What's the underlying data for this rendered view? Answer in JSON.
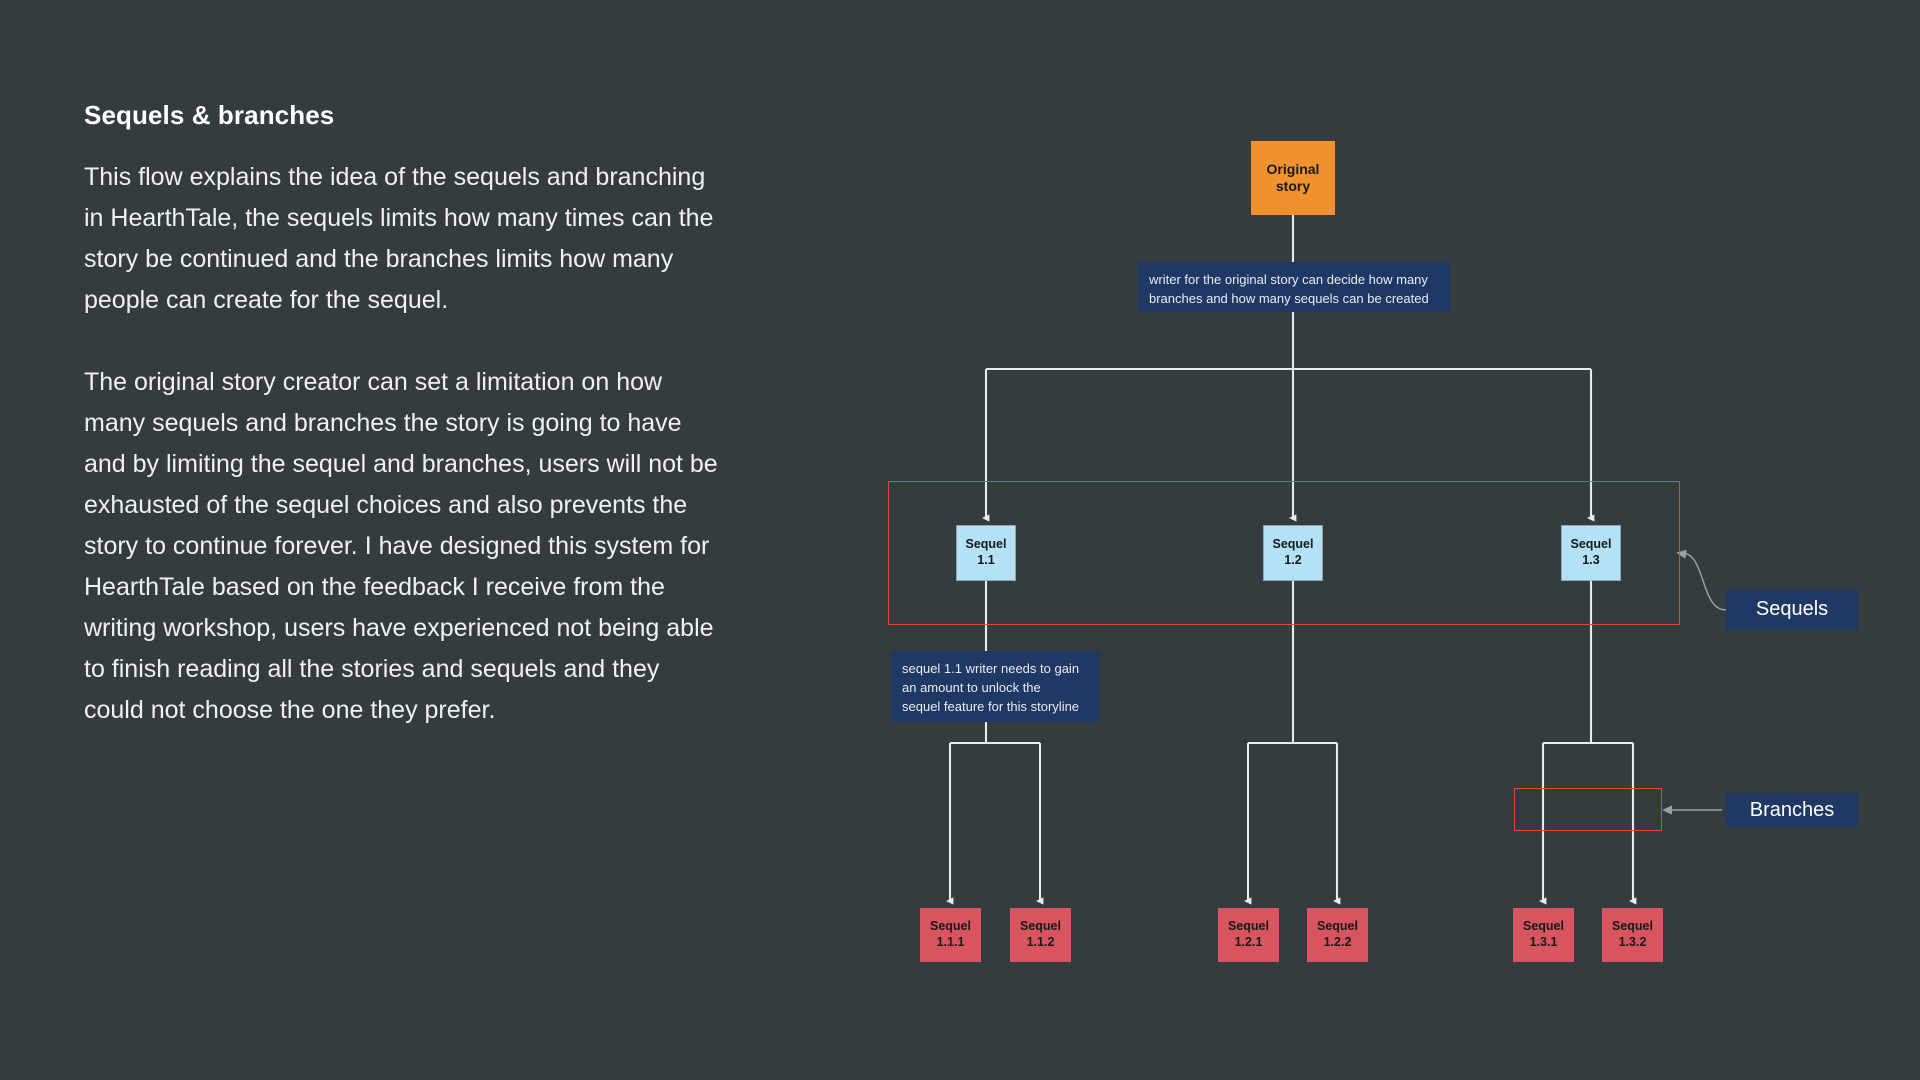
{
  "article": {
    "title": "Sequels & branches",
    "paragraphs": [
      "This flow explains the idea of the sequels and branching in HearthTale, the sequels limits how many times can the story be continued and the branches limits how many people can create for the sequel.",
      "The original story creator can set a limitation on how many sequels and branches the story is going to have and by limiting the sequel and branches, users will not be exhausted of the sequel choices and also prevents the story to continue forever. I have designed this system for HearthTale based on the feedback I receive from the writing workshop, users have experienced not being able to finish reading all the stories and sequels and they could not choose the one they prefer."
    ]
  },
  "diagram": {
    "root": {
      "line1": "Original",
      "line2": "story"
    },
    "notes": {
      "root_note": "writer for the original story can decide how many\nbranches and how many sequels can be created",
      "sequel_note": "sequel 1.1 writer needs to gain\nan amount to unlock the\nsequel feature for this storyline"
    },
    "sequels": [
      {
        "line1": "Sequel",
        "line2": "1.1"
      },
      {
        "line1": "Sequel",
        "line2": "1.2"
      },
      {
        "line1": "Sequel",
        "line2": "1.3"
      }
    ],
    "leaves": [
      {
        "line1": "Sequel",
        "line2": "1.1.1"
      },
      {
        "line1": "Sequel",
        "line2": "1.1.2"
      },
      {
        "line1": "Sequel",
        "line2": "1.2.1"
      },
      {
        "line1": "Sequel",
        "line2": "1.2.2"
      },
      {
        "line1": "Sequel",
        "line2": "1.3.1"
      },
      {
        "line1": "Sequel",
        "line2": "1.3.2"
      }
    ],
    "callouts": {
      "sequels_label": "Sequels",
      "branches_label": "Branches"
    },
    "colors": {
      "background": "#343c3f",
      "root_node": "#f2922e",
      "sequel_node": "#b5e1f7",
      "leaf_node": "#d9545e",
      "note": "#1f3864",
      "highlight": "#e8472a",
      "connector": "#e8ecec"
    }
  }
}
